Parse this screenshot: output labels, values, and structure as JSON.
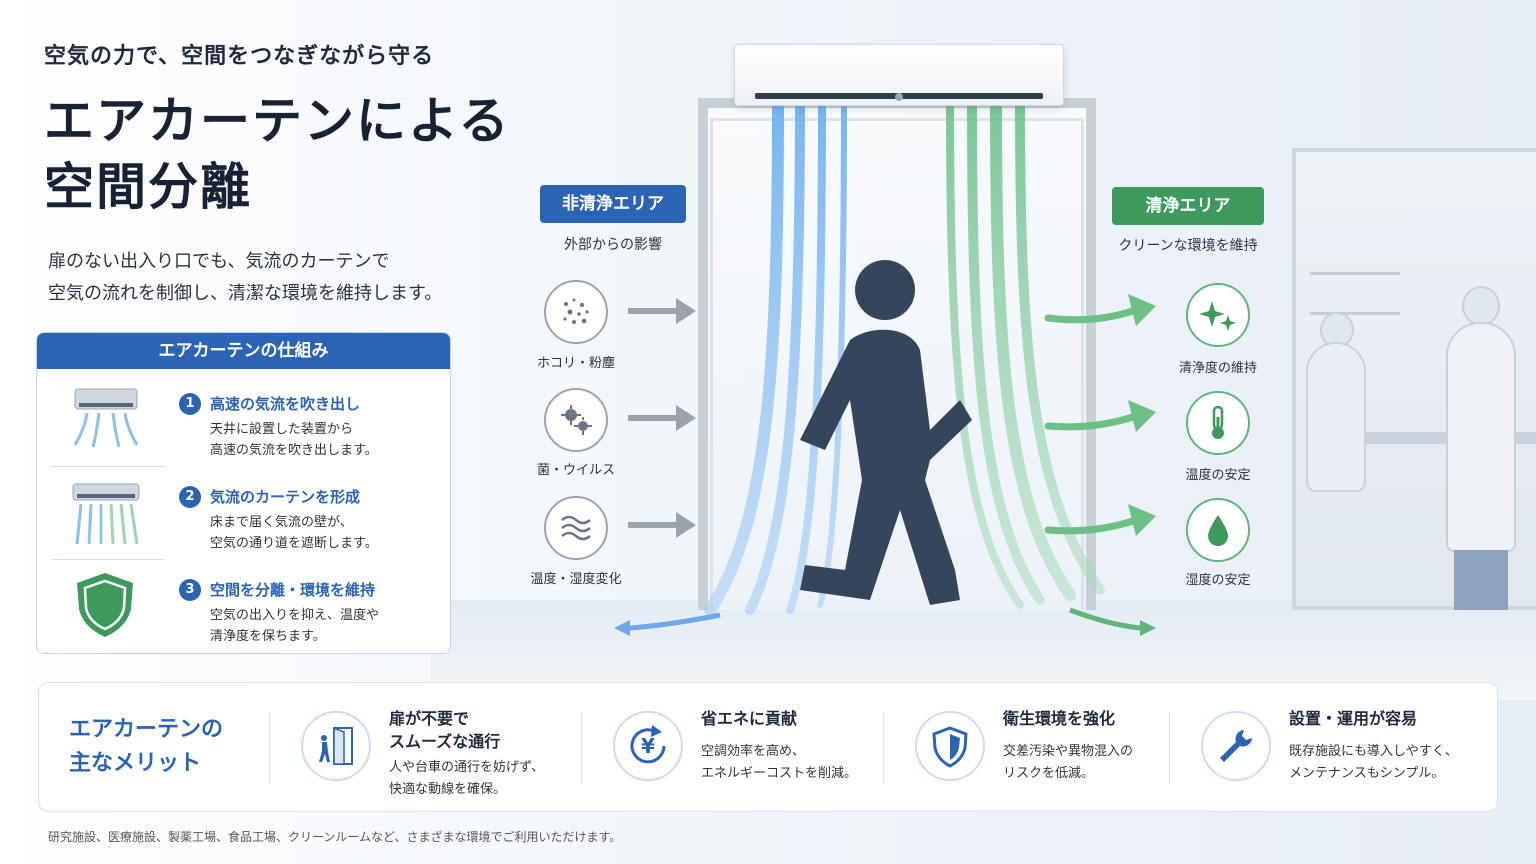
{
  "header": {
    "subtitle": "空気の力で、空間をつなぎながら守る",
    "title_line1": "エアカーテンによる",
    "title_line2": "空間分離",
    "lead_line1": "扉のない出入り口でも、気流のカーテンで",
    "lead_line2": "空気の流れを制御し、清潔な環境を維持します。"
  },
  "mechanism": {
    "heading": "エアカーテンの仕組み",
    "steps": [
      {
        "num": "1",
        "title": "高速の気流を吹き出し",
        "desc": "天井に設置した装置から\n高速の気流を吹き出します。"
      },
      {
        "num": "2",
        "title": "気流のカーテンを形成",
        "desc": "床まで届く気流の壁が、\n空気の通り道を遮断します。"
      },
      {
        "num": "3",
        "title": "空間を分離・環境を維持",
        "desc": "空気の出入りを抑え、温度や\n清浄度を保ちます。"
      }
    ]
  },
  "dirty_zone": {
    "label": "非清浄エリア",
    "sub": "外部からの影響",
    "items": [
      "ホコリ・粉塵",
      "菌・ウイルス",
      "温度・湿度変化"
    ],
    "color": "#2b64b4"
  },
  "clean_zone": {
    "label": "清浄エリア",
    "sub": "クリーンな環境を維持",
    "items": [
      "清浄度の維持",
      "温度の安定",
      "湿度の安定"
    ],
    "color": "#3d9a5c"
  },
  "benefits": {
    "heading": "エアカーテンの\n主なメリット",
    "items": [
      {
        "title": "扉が不要で\nスムーズな通行",
        "desc": "人や台車の通行を妨げず、\n快適な動線を確保。",
        "icon": "door-walk-icon"
      },
      {
        "title": "省エネに貢献",
        "desc": "空調効率を高め、\nエネルギーコストを削減。",
        "icon": "yen-cycle-icon"
      },
      {
        "title": "衛生環境を強化",
        "desc": "交差汚染や異物混入の\nリスクを低減。",
        "icon": "shield-icon"
      },
      {
        "title": "設置・運用が容易",
        "desc": "既存施設にも導入しやすく、\nメンテナンスもシンプル。",
        "icon": "wrench-icon"
      }
    ]
  },
  "footnote": "研究施設、医療施設、製薬工場、食品工場、クリーンルームなど、さまざまな環境でご利用いただけます。"
}
